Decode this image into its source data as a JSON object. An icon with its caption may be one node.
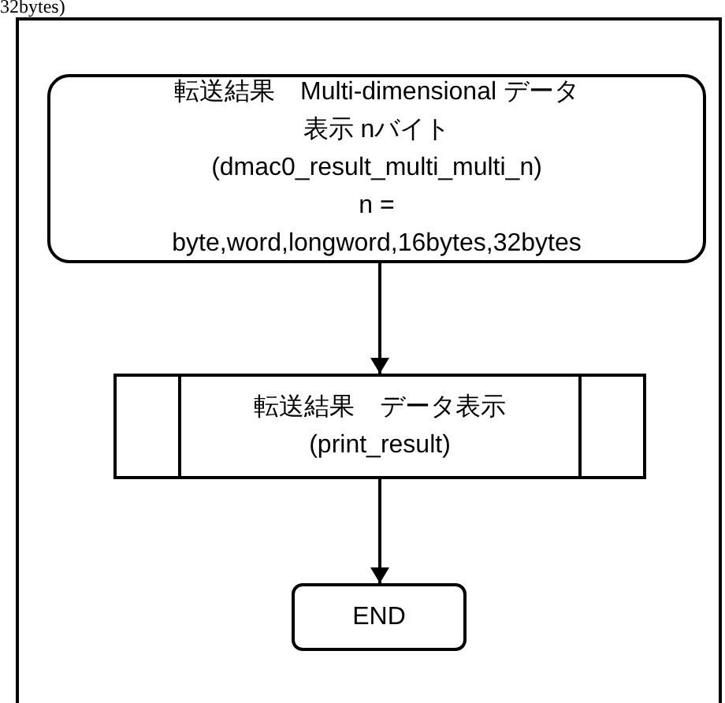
{
  "diagram": {
    "nodes": [
      {
        "text": [
          "転送結果　Multi-dimensional データ表示 nバイト",
          "(dmac0_result_multi_multi_n)",
          "n = byte,word,longword,16bytes,32bytes"
        ]
      },
      {
        "text": [
          "転送結果　データ表示",
          "(print_result)"
        ]
      },
      {
        "text": [
          "END"
        ]
      }
    ],
    "edges": [
      {
        "from": 0,
        "to": 1,
        "arrow": "to"
      },
      {
        "from": 1,
        "to": 2,
        "arrow": "to"
      }
    ],
    "labels": [
      "32bytes)"
    ]
  }
}
